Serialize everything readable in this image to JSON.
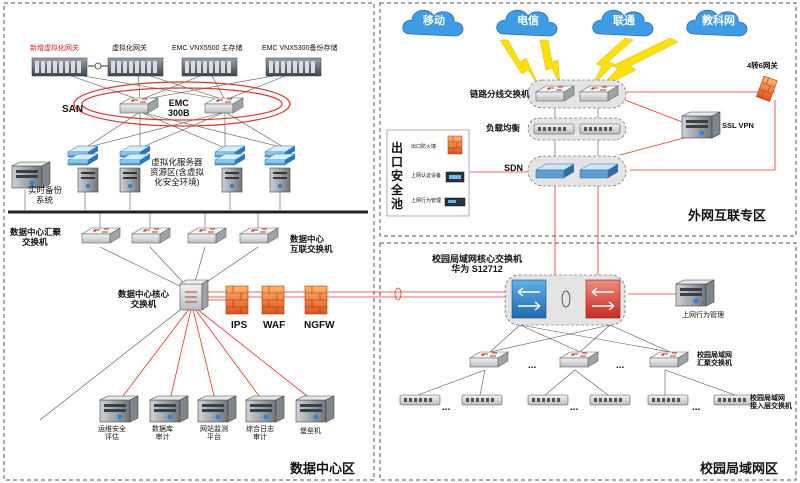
{
  "zones": {
    "datacenter": "数据中心区",
    "internet": "外网互联专区",
    "campus": "校园局域网区"
  },
  "clouds": [
    "移动",
    "电信",
    "联通",
    "教科网"
  ],
  "storage": {
    "new_gateway": "新增虚拟化网关",
    "vgateway": "虚拟化网关",
    "vnx5500": "EMC VNX5500 主存储",
    "vnx5300": "EMC VNX5300备份存储"
  },
  "san": {
    "label": "SAN",
    "emc_line1": "EMC",
    "emc_line2": "300B"
  },
  "virtual": {
    "line1": "虚拟化服务器",
    "line2": "资源区(含虚拟",
    "line3": "化安全环境)"
  },
  "backup": {
    "line1": "实时备份",
    "line2": "系统"
  },
  "dc_switches": {
    "agg_line1": "数据中心汇聚",
    "agg_line2": "交换机",
    "inter_line1": "数据中心",
    "inter_line2": "互联交换机",
    "core_line1": "数据中心核心",
    "core_line2": "交换机"
  },
  "security": {
    "ips": "IPS",
    "waf": "WAF",
    "ngfw": "NGFW"
  },
  "dc_servers": [
    {
      "line1": "运维安全",
      "line2": "评估"
    },
    {
      "line1": "数据库",
      "line2": "审计"
    },
    {
      "line1": "网站监测",
      "line2": "平台"
    },
    {
      "line1": "综合日志",
      "line2": "审计"
    },
    {
      "line1": "堡垒机",
      "line2": ""
    }
  ],
  "internet": {
    "link_switch": "链路分线交换机",
    "lb": "负载均衡",
    "sdn": "SDN",
    "ssl": "SSL VPN",
    "gw46": "4转6网关",
    "exit_pool": "出口安全池",
    "exit_items": [
      "出口防火墙",
      "上网认证设备",
      "上网行为管理"
    ]
  },
  "campus": {
    "core_line1": "校园局域网核心交换机",
    "core_line2": "华为 S12712",
    "behavior": "上网行为管理",
    "agg_line1": "校园局域网",
    "agg_line2": "汇聚交换机",
    "acc_line1": "校园局域网",
    "acc_line2": "接入层交换机",
    "dots": "..."
  }
}
